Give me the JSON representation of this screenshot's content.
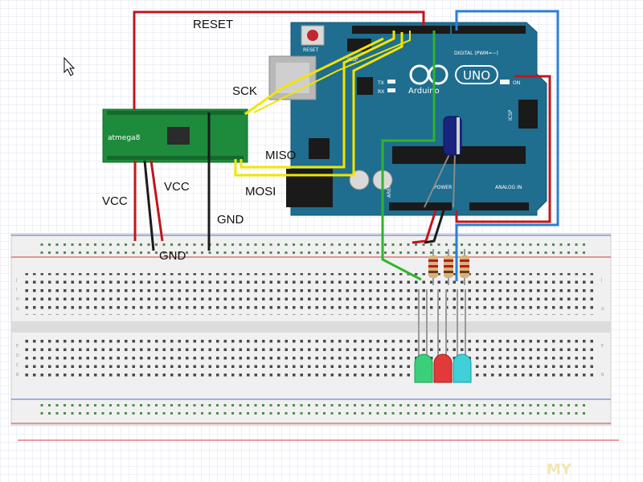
{
  "labels": {
    "reset": "RESET",
    "sck": "SCK",
    "miso": "MISO",
    "mosi": "MOSI",
    "vcc1": "VCC",
    "vcc2": "VCC",
    "gnd1": "GND",
    "gnd2": "GND"
  },
  "chip": {
    "name": "atmega8"
  },
  "arduino": {
    "brand": "Arduino",
    "model": "UNO",
    "reset_btn": "RESET",
    "digital": "DIGITAL (PWM=~)",
    "power": "POWER",
    "analog": "ANALOG IN",
    "on": "ON",
    "tx": "TX",
    "rx": "RX",
    "icsp": "ICSP",
    "aref": "AREF",
    "icsp_top": "ICSP"
  },
  "watermark": "MY",
  "colors": {
    "wire_red": "#c0171b",
    "wire_yellow": "#f2e500",
    "wire_blue": "#2a7fd4",
    "wire_green": "#2db52d",
    "wire_black": "#1b1b1b",
    "board": "#1f6d8f",
    "chip_board": "#1e8a3c"
  }
}
